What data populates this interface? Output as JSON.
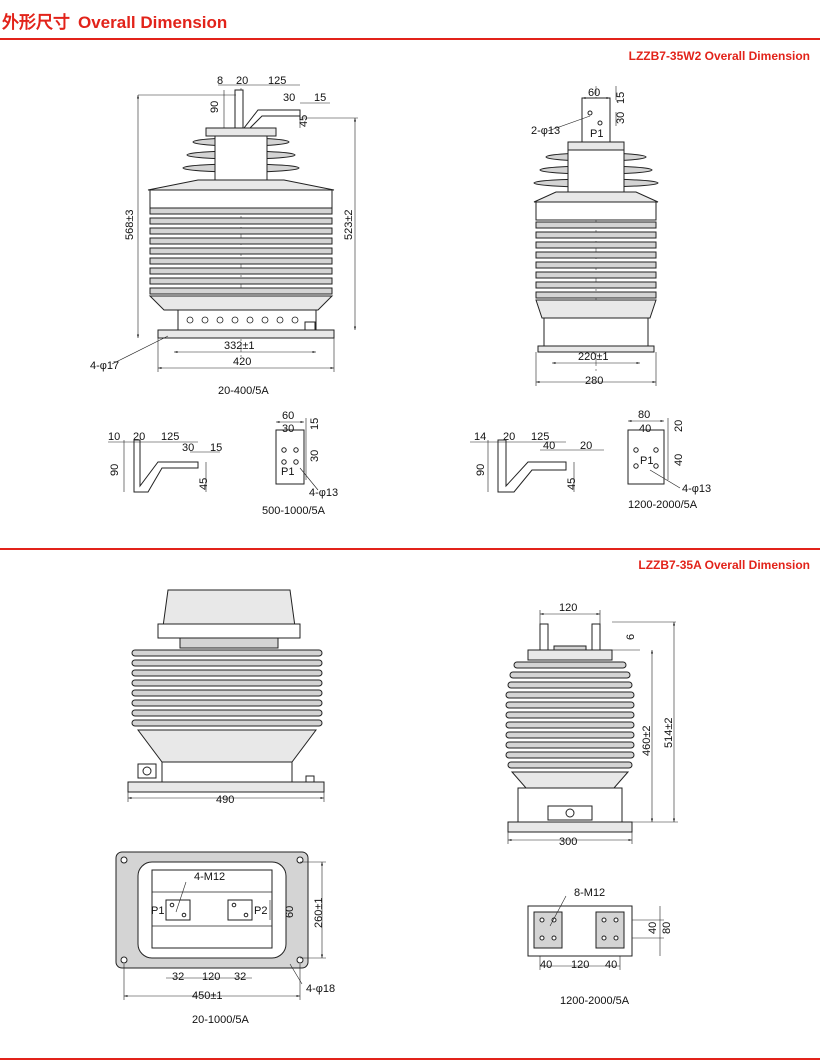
{
  "header": {
    "title_zh": "外形尺寸",
    "title_en": "Overall Dimension"
  },
  "sections": [
    {
      "title": "LZZB7-35W2  Overall Dimension"
    },
    {
      "title": "LZZB7-35A  Overall Dimension"
    }
  ],
  "w2": {
    "front": {
      "top_dims": [
        "8",
        "20",
        "125",
        "30",
        "15"
      ],
      "side_90": "90",
      "side_45": "45",
      "height_total": "568±3",
      "height_body": "523±2",
      "width_mount": "332±1",
      "width_base": "420",
      "holes": "4-φ17",
      "caption": "20-400/5A"
    },
    "side": {
      "top_60": "60",
      "top_15": "15",
      "top_30": "30",
      "holes_label": "2-φ13",
      "terminal": "P1",
      "width_mount": "220±1",
      "width_base": "280"
    },
    "detail_500": {
      "dims": [
        "10",
        "20",
        "125",
        "30",
        "15"
      ],
      "side_90": "90",
      "side_45": "45",
      "plate_60": "60",
      "plate_30": "30",
      "plate_15": "15",
      "plate_30b": "30",
      "terminal": "P1",
      "holes": "4-φ13",
      "caption": "500-1000/5A"
    },
    "detail_1200": {
      "dims": [
        "14",
        "20",
        "125",
        "40",
        "20"
      ],
      "side_90": "90",
      "side_45": "45",
      "plate_80": "80",
      "plate_40": "40",
      "plate_20": "20",
      "plate_40b": "40",
      "terminal": "P1",
      "holes": "4-φ13",
      "caption": "1200-2000/5A"
    }
  },
  "a35": {
    "front": {
      "width_base": "490"
    },
    "plan": {
      "bolts": "4-M12",
      "p1": "P1",
      "p2": "P2",
      "dim_60": "60",
      "dim_260": "260±1",
      "dim_32a": "32",
      "dim_120": "120",
      "dim_32b": "32",
      "width_mount": "450±1",
      "holes": "4-φ18",
      "caption": "20-1000/5A"
    },
    "side": {
      "top_120": "120",
      "top_6": "6",
      "height_body": "460±2",
      "height_total": "514±2",
      "width_base": "300"
    },
    "detail_1200": {
      "bolts": "8-M12",
      "dim_40a": "40",
      "dim_120": "120",
      "dim_40b": "40",
      "dim_40v": "40",
      "dim_80v": "80",
      "caption": "1200-2000/5A"
    }
  }
}
